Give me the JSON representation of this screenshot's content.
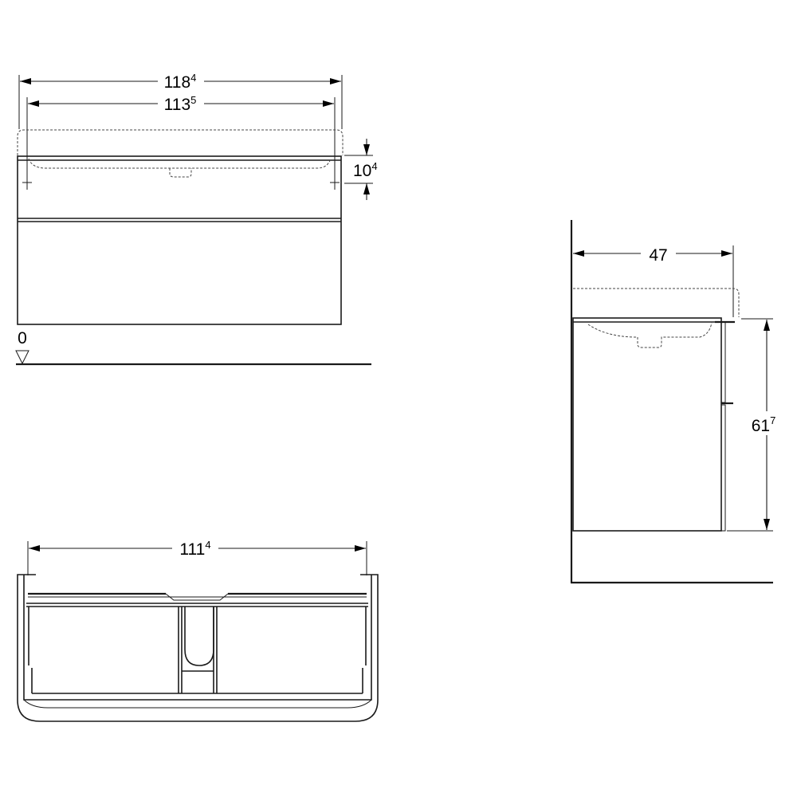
{
  "drawing": {
    "front_view": {
      "overall_width": {
        "value": "118",
        "sup": "4"
      },
      "basin_width": {
        "value": "113",
        "sup": "5"
      },
      "basin_height": {
        "value": "10",
        "sup": "4"
      },
      "floor_level": "0"
    },
    "side_view": {
      "depth": "47",
      "height": {
        "value": "61",
        "sup": "7"
      }
    },
    "plan_view": {
      "inner_width": {
        "value": "111",
        "sup": "4"
      }
    }
  }
}
